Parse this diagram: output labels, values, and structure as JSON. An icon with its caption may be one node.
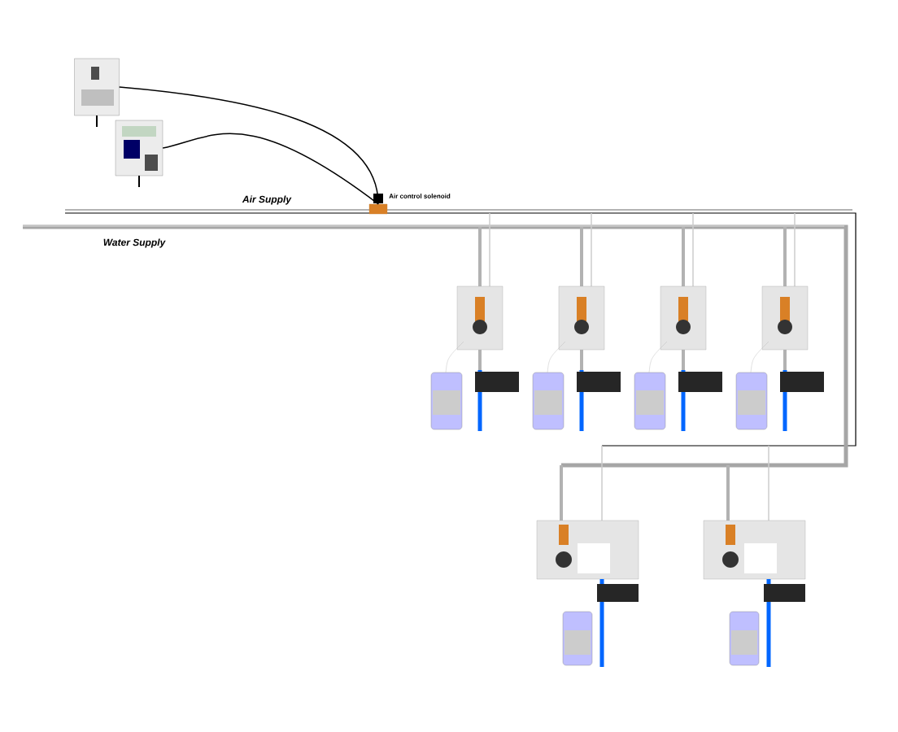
{
  "diagram": {
    "nodes": [
      {
        "text": [],
        "shape": "picture"
      },
      {
        "text": [],
        "shape": "picture"
      },
      {
        "text": [],
        "shape": "picture",
        "beside": [
          "Air control solenoid"
        ]
      }
    ],
    "edges": [
      {
        "from": 0,
        "to": 2,
        "arrow": "none"
      },
      {
        "from": 1,
        "to": 2,
        "arrow": "none"
      }
    ],
    "labels": [
      "Air Supply",
      "Water Supply"
    ]
  }
}
